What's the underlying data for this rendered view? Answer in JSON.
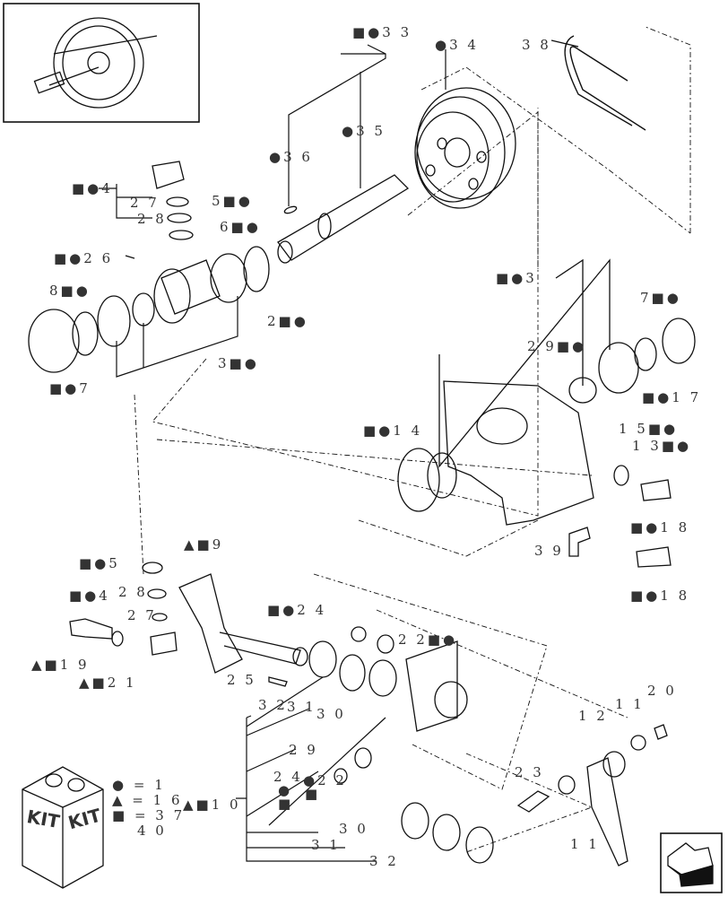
{
  "diagram": {
    "labels": [
      "■●3 3",
      "●3 4",
      "3 8",
      "●3 5",
      "●3 6",
      "■●4",
      "2 7",
      "2 8",
      "5■●",
      "6■●",
      "■●2 6",
      "8■●",
      "■●7",
      "3■●",
      "2■●",
      "■●3",
      "7■●",
      "2 9■●",
      "■●1 7",
      "■●1 4",
      "1 5■●",
      "1 3■●",
      "■●1 8",
      "■●1 8",
      "3 9",
      "▲■9",
      "■●5",
      "■●4",
      "2 8",
      "2 7",
      "▲■1 9",
      "▲■2 1",
      "■●2 4",
      "2 2■●",
      "2 5",
      "3 2",
      "3 1",
      "3 0",
      "2 9",
      "2 4",
      "●",
      "■",
      "●2 2",
      "■",
      "▲■1 0",
      "3 0",
      "3 1",
      "3 2",
      "2 3",
      "1 2",
      "1 1",
      "2 0",
      "1 1"
    ],
    "legend": {
      "kit_text": "KIT",
      "items": [
        "● = 1",
        "▲ = 1 6",
        "■ = 3 7",
        "4 0"
      ]
    },
    "nav_icon": "arrow-icon"
  }
}
